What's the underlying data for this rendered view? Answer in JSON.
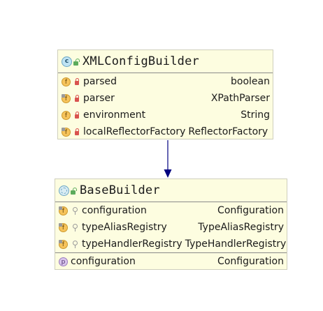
{
  "classes": [
    {
      "name": "XMLConfigBuilder",
      "icon": "class-icon",
      "fields": [
        {
          "name": "parsed",
          "type": "boolean"
        },
        {
          "name": "parser",
          "type": "XPathParser"
        },
        {
          "name": "environment",
          "type": "String"
        },
        {
          "name": "localReflectorFactory",
          "type": "ReflectorFactory"
        }
      ]
    },
    {
      "name": "BaseBuilder",
      "icon": "abstract-class-icon",
      "fields": [
        {
          "name": "configuration",
          "type": "Configuration"
        },
        {
          "name": "typeAliasRegistry",
          "type": "TypeAliasRegistry"
        },
        {
          "name": "typeHandlerRegistry",
          "type": "TypeHandlerRegistry"
        }
      ],
      "properties": [
        {
          "name": "configuration",
          "type": "Configuration"
        }
      ]
    }
  ],
  "relation": {
    "from": "XMLConfigBuilder",
    "to": "BaseBuilder",
    "kind": "extends",
    "color": "#000080"
  }
}
